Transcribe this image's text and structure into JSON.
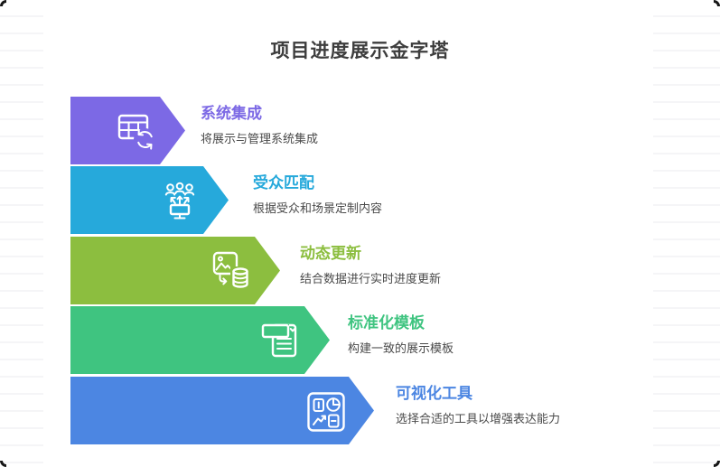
{
  "page": {
    "title": "项目进度展示金字塔",
    "title_color": "#3d3d3d",
    "description_color": "#4a4a4a",
    "card_color": "#ffffff",
    "background_stripe_color": "#f5f5f7"
  },
  "pyramid": {
    "levels": [
      {
        "title": "系统集成",
        "description": "将展示与管理系统集成",
        "color": "#7c69e5",
        "icon": "table-sync-icon"
      },
      {
        "title": "受众匹配",
        "description": "根据受众和场景定制内容",
        "color": "#26a9db",
        "icon": "audience-screen-icon"
      },
      {
        "title": "动态更新",
        "description": "结合数据进行实时进度更新",
        "color": "#8cbe3f",
        "icon": "image-to-database-icon"
      },
      {
        "title": "标准化模板",
        "description": "构建一致的展示模板",
        "color": "#3fc480",
        "icon": "template-check-icon"
      },
      {
        "title": "可视化工具",
        "description": "选择合适的工具以增强表达能力",
        "color": "#4c86e2",
        "icon": "dashboard-charts-icon"
      }
    ]
  }
}
